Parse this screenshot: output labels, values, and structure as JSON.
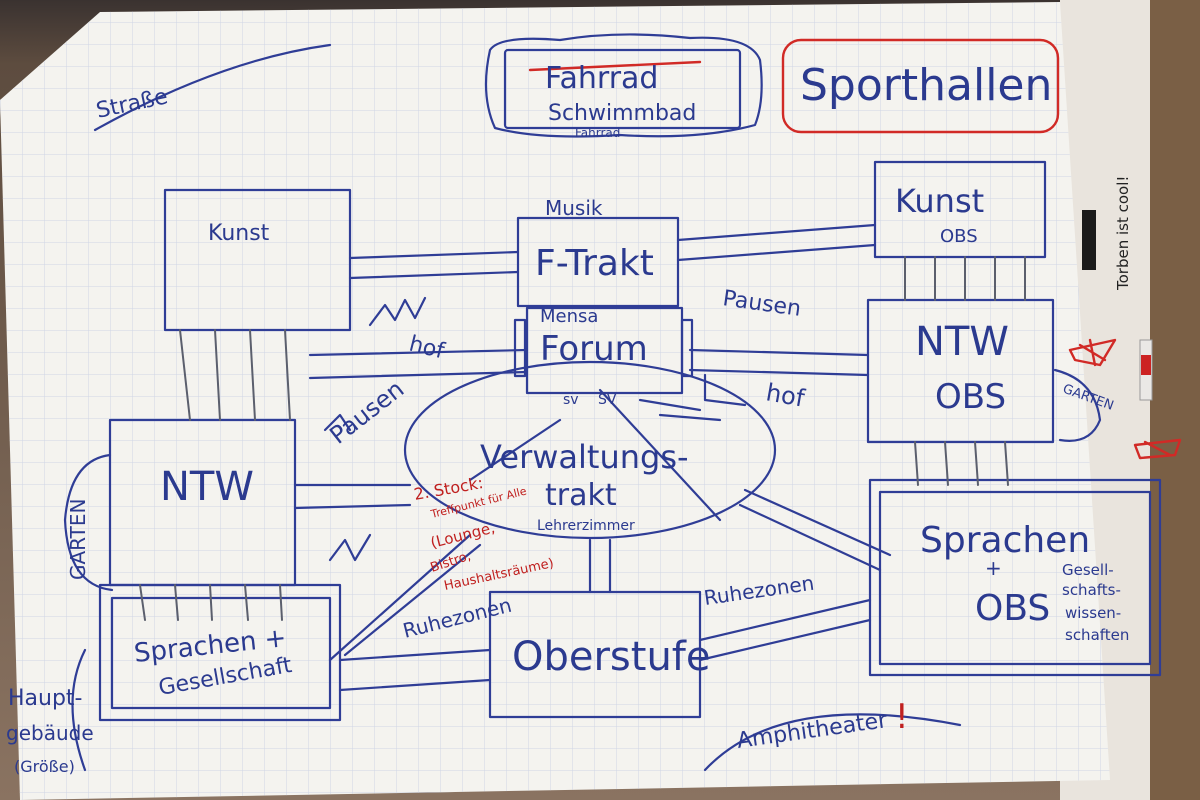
{
  "colors": {
    "ink_blue": "#2f3d96",
    "ink_red": "#d12a26",
    "paper": "#f4f3ef",
    "grid": "#cfd6e6"
  },
  "labels": {
    "strasse": "Straße",
    "fahrrad_struck": "Fahrrad",
    "schwimmbad": "Schwimmbad",
    "fahrrad_small": "Fahrrad",
    "sporthallen": "Sporthallen",
    "musik": "Musik",
    "f_trakt": "F-Trakt",
    "mensa": "Mensa",
    "forum": "Forum",
    "sv1": "sv",
    "sv2": "SV",
    "kunst_left": "Kunst",
    "kunst_right": "Kunst",
    "obs_kunst": "OBS",
    "pausen_right": "Pausen",
    "pausen_left": "Pausen",
    "hof_left": "hof",
    "hof_right": "hof",
    "ntw_left": "NTW",
    "ntw_right": "NTW",
    "obs_ntw": "OBS",
    "garten_left": "GARTEN",
    "garten_right": "GARTEN",
    "verwaltungs": "Verwaltungs-",
    "trakt": "trakt",
    "lehrerzimmer": "Lehrerzimmer",
    "stock_1": "2. Stock:",
    "stock_2": "Treffpunkt für Alle",
    "stock_3": "(Lounge,",
    "stock_4": "Bistro,",
    "stock_5": "Haushaltsräume)",
    "sprachen_right": "Sprachen",
    "plus_right": "+",
    "obs_sprachen": "OBS",
    "gesell_1": "Gesell-",
    "gesell_2": "schafts-",
    "gesell_3": "wissen-",
    "gesell_4": "schaften",
    "sprachen_left_1": "Sprachen +",
    "sprachen_left_2": "Gesellschaft",
    "oberstufe": "Oberstufe",
    "ruhezonen_left": "Ruhezonen",
    "ruhezonen_right": "Ruhezonen",
    "amphitheater": "Amphitheater",
    "excl": "!",
    "hauptgebaeude_1": "Haupt-",
    "hauptgebaeude_2": "gebäude",
    "hauptgebaeude_3": "(Größe)",
    "side_note": "Torben ist cool!"
  }
}
